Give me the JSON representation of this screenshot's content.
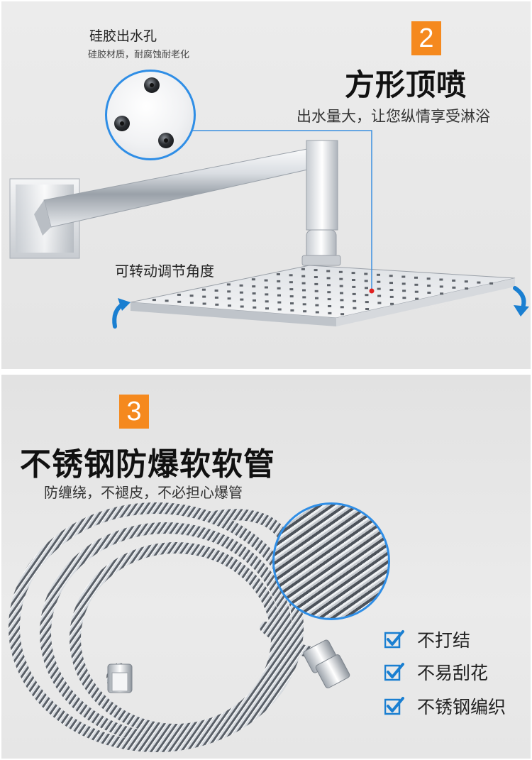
{
  "section_shower": {
    "badge": "2",
    "title": "方形顶喷",
    "subtitle": "出水量大，让您纵情享受淋浴",
    "nozzle_label": "硅胶出水孔",
    "nozzle_desc": "硅胶材质，耐腐蚀耐老化",
    "angle_label": "可转动调节角度"
  },
  "section_hose": {
    "badge": "3",
    "title": "不锈钢防爆软软管",
    "subtitle": "防缠绕，不褪皮，不必担心爆管",
    "features": [
      {
        "label": "不打结",
        "icon": "check-icon"
      },
      {
        "label": "不易刮花",
        "icon": "check-icon"
      },
      {
        "label": "不锈钢编织",
        "icon": "check-icon"
      }
    ]
  },
  "colors": {
    "accent_orange": "#f5891e",
    "arrow_blue": "#1a7fd1",
    "callout_line": "#3b8fe0",
    "zoom_ring": "#2f8ee6"
  }
}
